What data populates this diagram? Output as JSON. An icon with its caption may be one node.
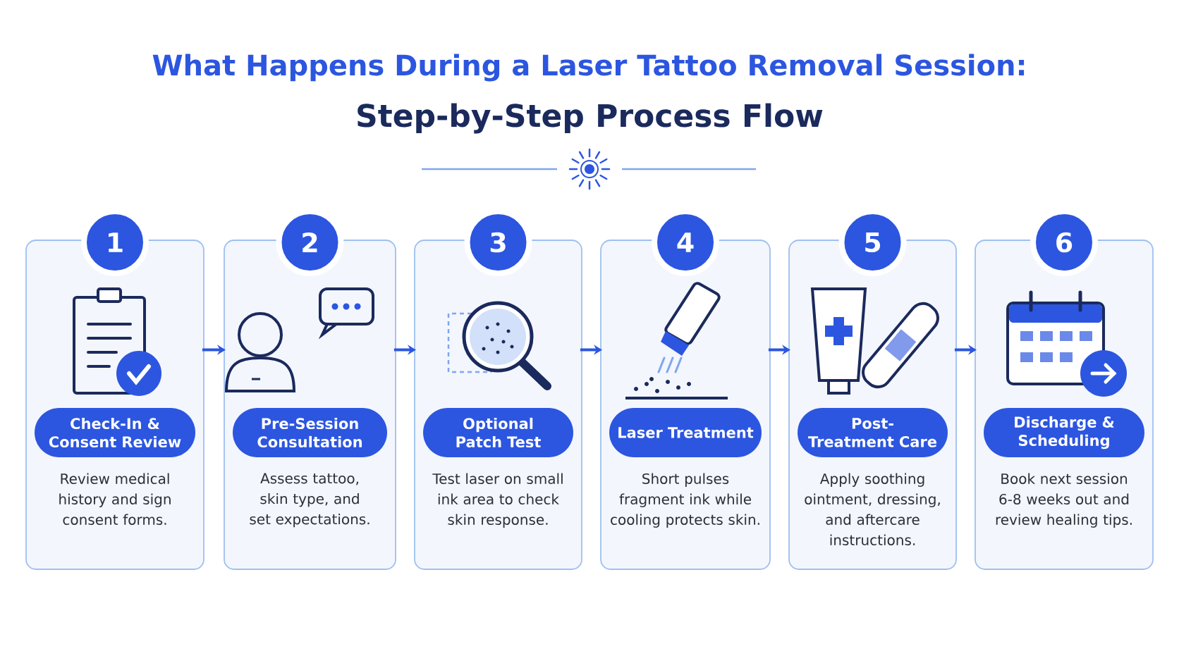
{
  "diagram": {
    "title": "What Happens During a Laser Tattoo Removal Session:",
    "nodes": [
      {
        "text": [
          "1",
          "Review medical history and sign consent forms."
        ]
      },
      {
        "text": [
          "Check-In & Consent Review"
        ],
        "in": 0
      },
      {
        "text": [
          "2",
          "Assess tattoo, skin type, and set expectations."
        ]
      },
      {
        "text": [
          "Pre-Session Consultation"
        ],
        "in": 2
      },
      {
        "text": [
          "3",
          "Test laser on small ink area to check skin response."
        ]
      },
      {
        "text": [
          "Optional Patch Test"
        ],
        "in": 4
      },
      {
        "text": [
          "4",
          "Short pulses fragment ink while cooling protects skin."
        ]
      },
      {
        "text": [
          "Laser Treatment"
        ],
        "in": 6
      },
      {
        "text": [
          "5",
          "Apply soothing ointment, dressing, and aftercare instructions."
        ]
      },
      {
        "text": [
          "Post-Treatment Care"
        ],
        "in": 8
      },
      {
        "text": [
          "6",
          "Book next session 6-8 weeks out and review healing tips."
        ]
      },
      {
        "text": [
          "Discharge & Scheduling"
        ],
        "in": 10
      }
    ],
    "edges": [
      {
        "from": 0,
        "to": 2,
        "arrow": "to"
      },
      {
        "from": 2,
        "to": 4,
        "arrow": "to"
      },
      {
        "from": 4,
        "to": 6,
        "arrow": "to"
      },
      {
        "from": 6,
        "to": 8,
        "arrow": "to"
      },
      {
        "from": 8,
        "to": 10,
        "arrow": "to"
      }
    ],
    "labels": [
      "Step-by-Step Process Flow"
    ]
  }
}
